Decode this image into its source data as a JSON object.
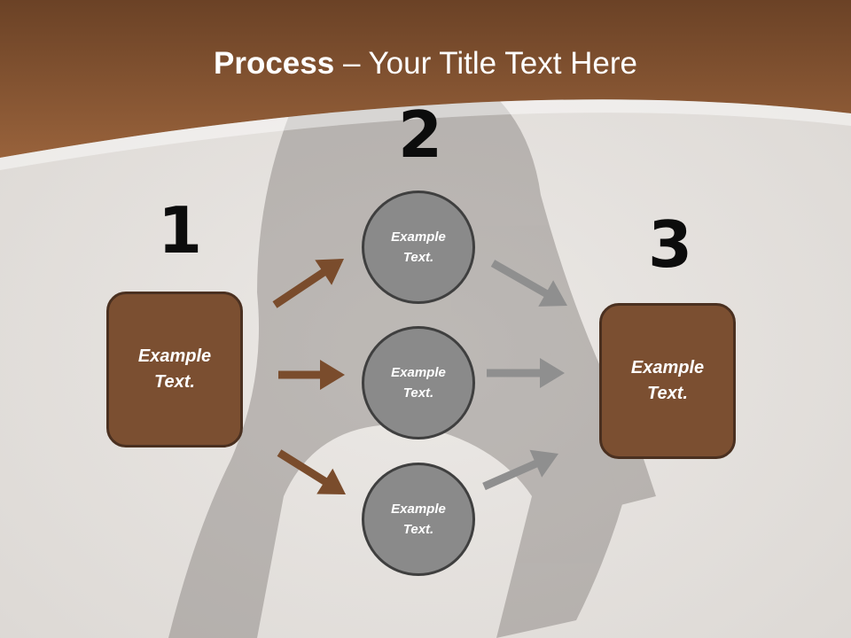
{
  "title": {
    "bold": "Process",
    "rest": " – Your Title Text Here"
  },
  "steps": [
    {
      "number": "1",
      "box_text": "Example Text."
    },
    {
      "number": "2",
      "circles": [
        "Example Text.",
        "Example Text.",
        "Example Text."
      ]
    },
    {
      "number": "3",
      "box_text": "Example Text."
    }
  ],
  "colors": {
    "header_brown": "#7a4d2e",
    "box_fill": "#7b4f31",
    "box_border": "#4a3020",
    "circle_fill": "#8a8a8a",
    "circle_border": "#3f3f3f",
    "arrow_left": "#7a4c2c",
    "arrow_right": "#8f8f8f"
  }
}
